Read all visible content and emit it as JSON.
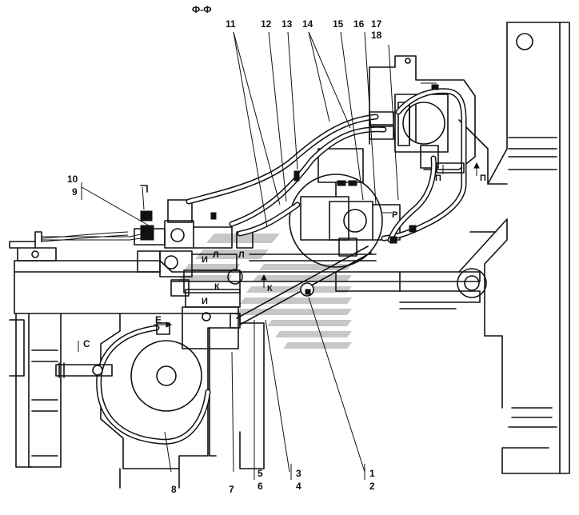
{
  "section_title": "Ф-Ф",
  "callouts_top": [
    "11",
    "12",
    "13",
    "14",
    "15",
    "16",
    "17",
    "18"
  ],
  "callouts_left": [
    "10",
    "9"
  ],
  "callouts_bottom": [
    "8",
    "7",
    "5",
    "6",
    "3",
    "4",
    "1",
    "2"
  ],
  "view_markers": {
    "c": "C",
    "e": "Е",
    "k1": "К",
    "k2": "К",
    "i1": "И",
    "i2": "И",
    "l1": "Л",
    "l2": "Л",
    "r": "Р",
    "p1": "П",
    "p2": "П"
  },
  "colors": {
    "line": "#111111",
    "background": "#ffffff",
    "watermark": "#bdbdbd"
  }
}
